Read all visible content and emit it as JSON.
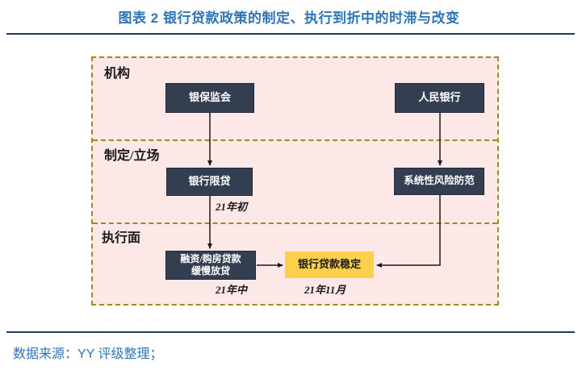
{
  "header": {
    "title": "图表 2 银行贷款政策的制定、执行到折中的时滞与改变"
  },
  "footer": {
    "source": "数据来源：YY 评级整理；"
  },
  "colors": {
    "accent-blue": "#2e75b6",
    "rule-navy": "#1f3864",
    "frame-pink": "#fce8e7",
    "frame-border-gold": "#a6891d",
    "node-navy": "#333f50",
    "node-yellow": "#fcd04b",
    "node-text-light": "#ffffff",
    "text-dark": "#1a1a1a"
  },
  "diagram": {
    "sections": [
      {
        "id": "institutions",
        "label": "机构"
      },
      {
        "id": "formulation",
        "label": "制定/立场"
      },
      {
        "id": "execution",
        "label": "执行面"
      }
    ],
    "nodes": [
      {
        "id": "cbirc",
        "label": "银保监会"
      },
      {
        "id": "pboc",
        "label": "人民银行"
      },
      {
        "id": "bank-loan-limit",
        "label": "银行限贷",
        "date": "21年初"
      },
      {
        "id": "systemic-risk-prevention",
        "label": "系统性风险防范"
      },
      {
        "id": "slow-lending",
        "label_line1": "融资/购房贷款",
        "label_line2": "缓慢放贷",
        "date": "21年中"
      },
      {
        "id": "bank-loans-stable",
        "label": "银行贷款稳定",
        "date": "21年11月"
      }
    ]
  }
}
